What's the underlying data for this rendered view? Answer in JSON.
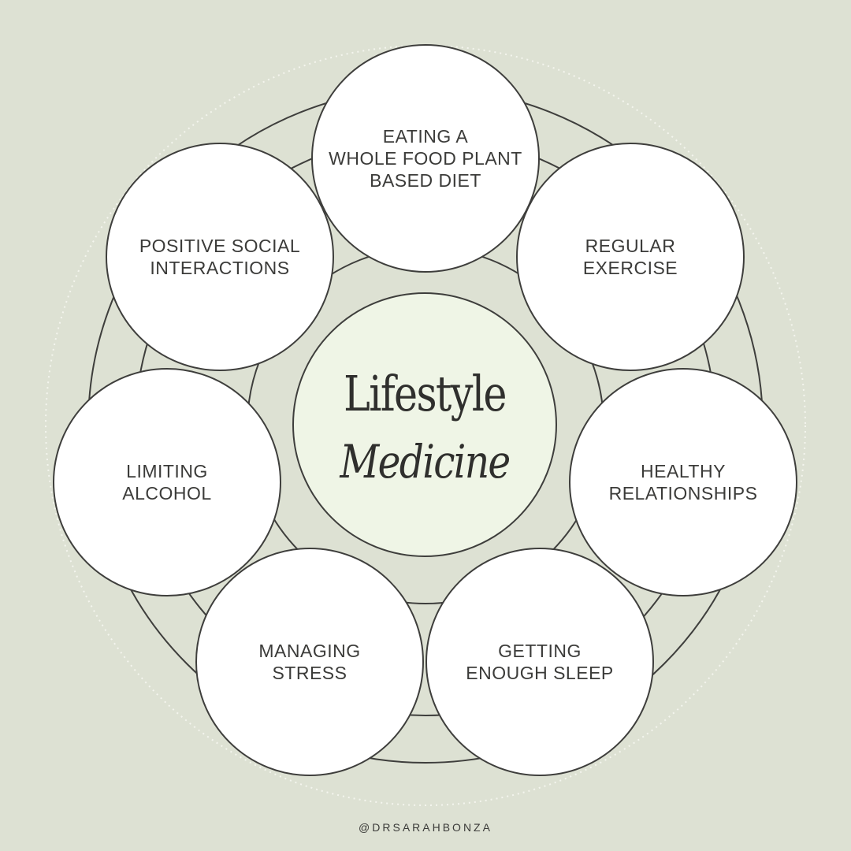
{
  "background_color": "#dde1d3",
  "center": {
    "line1": "Lifestyle",
    "line2": "Medicine",
    "fill_color": "#eff5e6"
  },
  "pillars": [
    {
      "label": "EATING A\nWHOLE FOOD PLANT\nBASED DIET"
    },
    {
      "label": "REGULAR\nEXERCISE"
    },
    {
      "label": "HEALTHY\nRELATIONSHIPS"
    },
    {
      "label": "GETTING\nENOUGH SLEEP"
    },
    {
      "label": "MANAGING\nSTRESS"
    },
    {
      "label": "LIMITING\nALCOHOL"
    },
    {
      "label": "POSITIVE SOCIAL\nINTERACTIONS"
    }
  ],
  "footer": {
    "handle": "@DRSARAHBONZA"
  }
}
